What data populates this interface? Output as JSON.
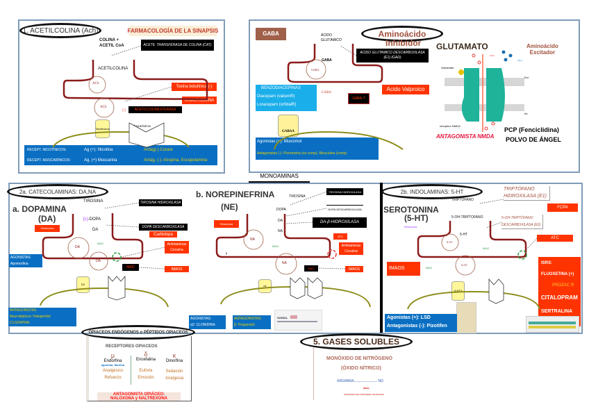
{
  "header": {
    "title": "FARMACOLOGÍA DE LA SINAPSIS"
  },
  "ach": {
    "title": "1. ACETILCOLINA (Ach)",
    "precursor_1": "COLINA +",
    "precursor_2": "ACETIL CoA",
    "enzyme": "ACETIL TRANSFERASA DE COLINA (CAT)",
    "product": "ACETILCOLINA",
    "vesicle": "ACh",
    "toxin": "Toxina botulínica (-)",
    "rivastigmina": "RIVASTIGMINA",
    "esterase": "ACETILCOLINESTERASA",
    "inhibit": "(-)",
    "nicotinic": "Nicotínicos",
    "muscarinic": "Muscarínicos",
    "rows": [
      {
        "label": "RECEPT. NICOTÍNICOS:",
        "ag": "Ag (+): Nicotina",
        "antag": "Antag(-) Curare"
      },
      {
        "label": "RECEPT. MUSCARÍNICOS:",
        "ag": "Ag. (+) Muscarina",
        "antag": "Antag. (-): Atropina, Escopolamina"
      }
    ]
  },
  "gaba": {
    "label": "GABA",
    "title_1": "Aminoácido",
    "title_2": "Inhibidor",
    "precursor_1": "ACIDO",
    "precursor_2": "GLUTÁMICO",
    "enzyme": "ACIDO GLUTAMICO DESCARBOXILASA (E1) (GAD)",
    "product": "GABA",
    "vesicle": "GABA",
    "benzo_title": "BENZODIACEPINAS",
    "benzo_1": "Diacepam (valium®)",
    "benzo_2": "Loracepam (orfidal®)",
    "gaba_out": "GABA",
    "gabat": "GABA-T",
    "valproico": "Acido Valproico",
    "receptor": "GABAA",
    "agonistas": "Agonistas (+): Muscimol",
    "antagonistas": "Antagonistas (-): Picrotoxina (no comp), Bicuculina (comp)"
  },
  "glutamato": {
    "title": "GLUTAMATO",
    "subtitle_1": "Aminoácido",
    "subtitle_2": "Excitador",
    "glutamate": "Glutamate",
    "ca": "Ca2+",
    "mg": "Mg2+",
    "ext": "Ext",
    "int": "Int.",
    "receptor": "récepteur NMDA",
    "antagonist": "ANTAGONISTA NMDA",
    "pcp": "PCP (Fenciclidina)",
    "polvo": "POLVO DE ÁNGEL",
    "colors": {
      "channel": "#1fb39a",
      "antagonist": "#e8123c"
    }
  },
  "monoaminas": {
    "label": "MONOAMINAS"
  },
  "catecol": {
    "title": "2a. CATECOLAMINAS: DA,NA",
    "da": {
      "title_1": "a.  DOPAMINA",
      "title_2": "(DA)",
      "tirosina": "TIROSINA",
      "ldopa_prefix": "[L]",
      "ldopa": "-DOPA",
      "product": "DA",
      "enzyme_1": "TIROSINA HIDROXILASA",
      "enzyme_2": "DOPA DESCARBOXILASA",
      "carbidopa": "Carbidopa",
      "reserpina": "Reserpina",
      "vesicle": "DA",
      "mao_green": "MAO",
      "anfet_1": "Anfetaminas",
      "anfet_2": "Cocaína",
      "mao": "MAO",
      "imaos": "IMAOS",
      "agon_1": "AGONISTAS",
      "agon_2": "Apomorfina",
      "d2": "D2",
      "d1": "D1",
      "antag_1": "ANTAGONISTAS",
      "antag_2": "Neurolépticos: Haloperidol",
      "antag_3": "CLOZAPINA"
    },
    "ne": {
      "title_1": "b. NOREPINEFRINA",
      "title_2": "(NE)",
      "tirosina": "TIROSINA",
      "dopa": "DOPA",
      "da": "DA",
      "na": "NA",
      "enzyme_1": "TIROSINA HIDROXILASA",
      "enzyme_2": "DOPA DESCARBOXILASA",
      "enzyme_3": "DA-β-HIDROXILASA",
      "reserpina": "Reserpina",
      "vesicle": "NA",
      "mao_green": "MAO",
      "beta": "β",
      "atc": "ATC",
      "anfet_1": "Anfetaminas",
      "anfet_2": "Cocaína",
      "mao": "MAO",
      "imaos": "IMAOS",
      "a1": "α1",
      "b1": "β1",
      "b2": "β2",
      "agon_1": "AGONISTAS:",
      "agon_2": "α2: CLONIDINA",
      "antag_1": "ANTAGONISTAS:",
      "antag_2": "β: Propanolol",
      "product_img": "SUMIAL"
    }
  },
  "serotonina": {
    "title": "2b. INDOLAMINAS: 5-HT",
    "name_1": "SEROTONINA",
    "name_2": "(5-HT)",
    "triptofano": "TRIPTÓFANO",
    "oh": "5-OH-TRIPTOFANO",
    "product": "5-HT",
    "enzyme_1a": "TRIPTÓFANO",
    "enzyme_1b": "HIDROXILASA (E1)",
    "fcpa": "FCPA",
    "enzyme_2a": "5-OH-TRIPTÓFANO",
    "enzyme_2b": "DESCARBOXILASA (E2)",
    "reserpina": "Reserpina",
    "vesicle": "5-HT",
    "mao_green": "MAO",
    "mao_out": "MAO",
    "atc": "ATC",
    "imaos": "IMAOS",
    "isrs": [
      "ISRS:",
      "FLUOXETINA (+)",
      "PROZAC ®",
      "CITALOPRAM",
      "SERTRALINA"
    ],
    "receptor_1": "5-HT3",
    "receptor_2": "5-HT",
    "agon": "Agonistas (+): LSD",
    "antag": "Antagonistas (-): Pizotifen"
  },
  "opiaceos": {
    "title": "OPIACEOS ENDÓGENOS o PÉPTIDOS OPIACEOS",
    "header": "RECEPTORES OPIACEOS",
    "columns": [
      {
        "symbol": "μ",
        "ligand": "Endorfina",
        "extra": "agonista: Morfina",
        "e1": "Analgésico",
        "e2": "Refuerzo"
      },
      {
        "symbol": "δ",
        "ligand": "Encefalina",
        "extra": "",
        "e1": "Euforia",
        "e2": "Emoción"
      },
      {
        "symbol": "κ",
        "ligand": "Dinorfina",
        "extra": "",
        "e1": "Sedación",
        "e2": "Analgesia"
      }
    ],
    "antagonista_1": "ANTAGONISTA OPIÁCEO:",
    "antagonista_2": "NALOXONA y NALTREXONA"
  },
  "gases": {
    "title": "5. GASES SOLUBLES",
    "line_1": "MONÓXIDO DE NITRÓGENO",
    "line_2": "(ÓXIDO NÍTRICO)",
    "arginina": "ARGININA........................ NO",
    "nos": "(NOS)",
    "nos_full": "MONÓXIDO DE NITRÓGENO SINTETASA"
  },
  "colors": {
    "neuron": "#8b1a1a",
    "postsynaptic": "#8c8c1a",
    "blue_box": "#0a6fc2",
    "red_box": "#ff3300",
    "brown_title": "#a0503c"
  }
}
